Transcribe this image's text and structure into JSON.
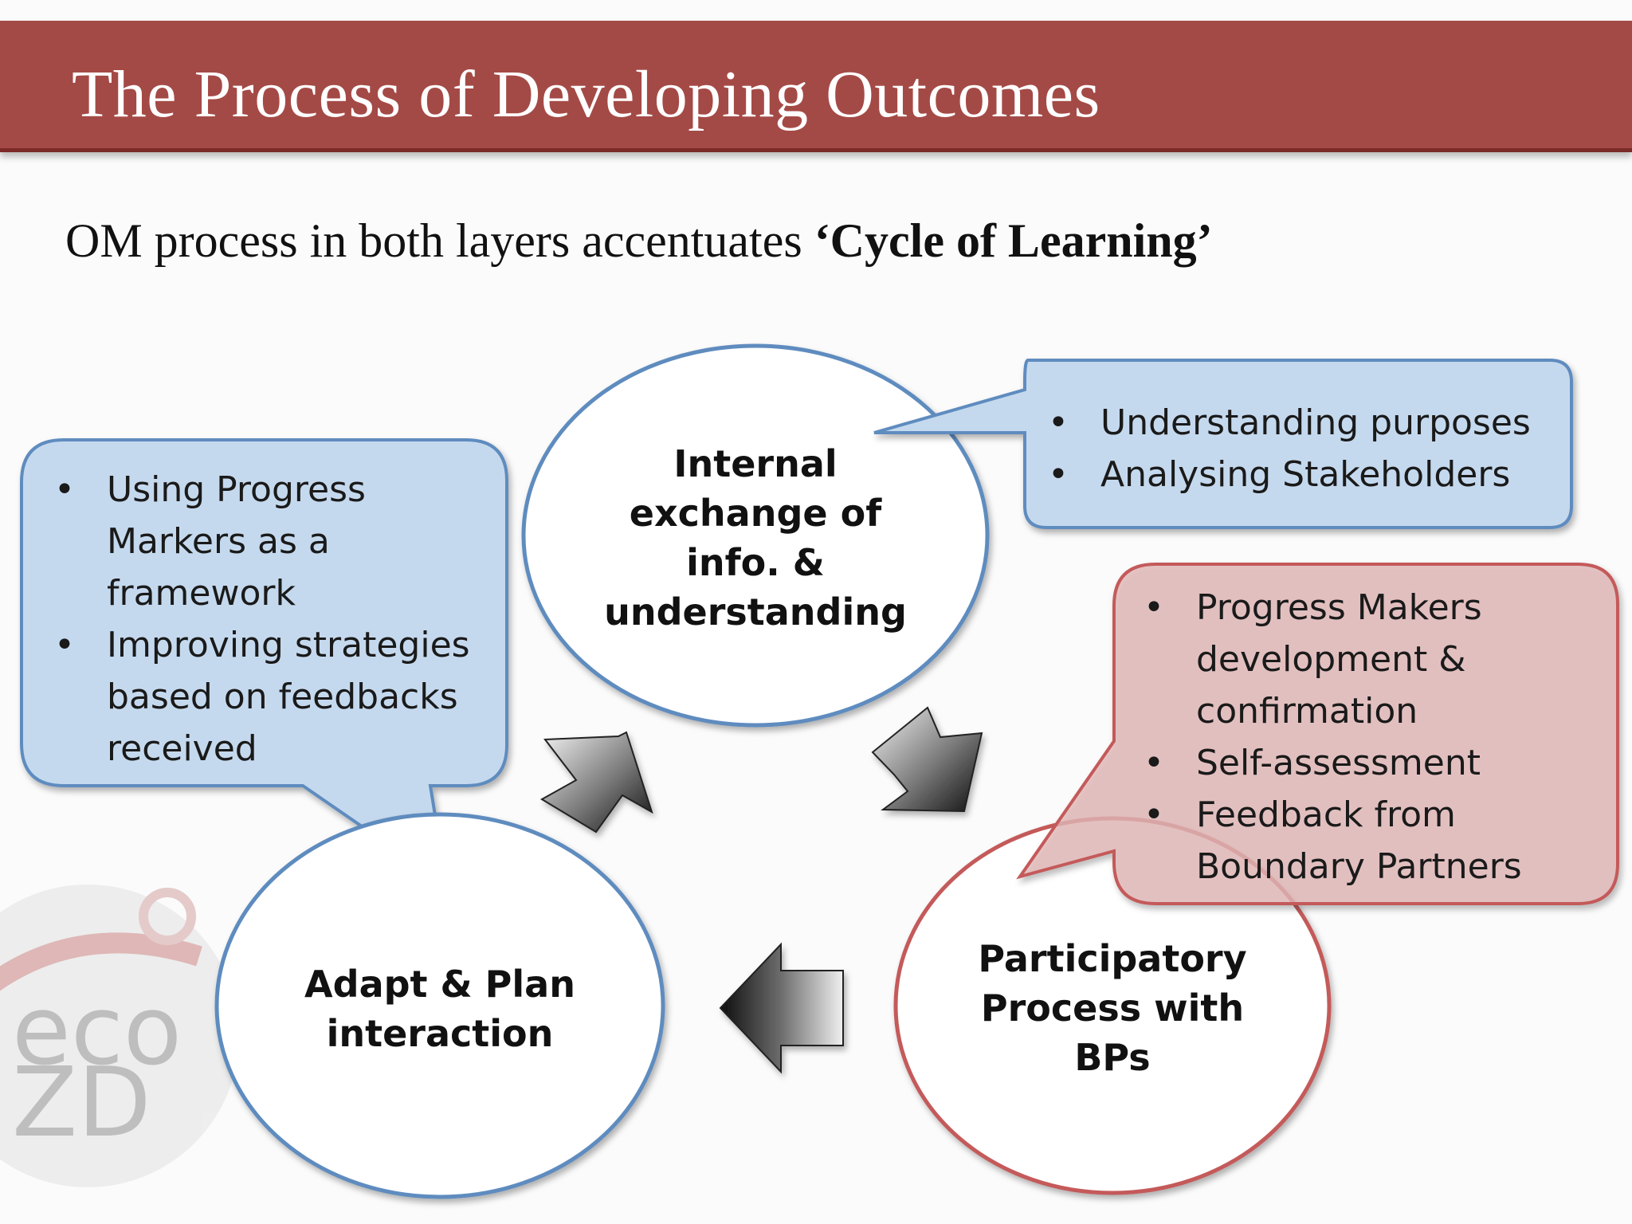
{
  "slide": {
    "title": "The Process of Developing Outcomes",
    "subtitle_plain": "OM process in both layers accentuates ",
    "subtitle_bold": "‘Cycle of Learning’"
  },
  "cycle": {
    "top_circle": [
      "Internal",
      "exchange of",
      "info. &",
      "understanding"
    ],
    "bottom_left_circle": [
      "Adapt & Plan",
      "interaction"
    ],
    "bottom_right_circle": [
      "Participatory",
      "Process with",
      "BPs"
    ]
  },
  "callouts": {
    "top_right": [
      "Understanding purposes",
      "Analysing Stakeholders"
    ],
    "left": [
      [
        "Using Progress",
        "Markers as a",
        "framework"
      ],
      [
        "Improving strategies",
        "based on feedbacks",
        "received"
      ]
    ],
    "right": [
      [
        "Progress Makers",
        "development &",
        "confirmation"
      ],
      [
        "Self-assessment"
      ],
      [
        "Feedback from",
        "Boundary Partners"
      ]
    ]
  },
  "logo": {
    "line1": "eco",
    "line2": "ZD"
  },
  "colors": {
    "title_bar": "#a44a46",
    "blue_stroke": "#5f8cbf",
    "blue_fill": "#c5d9ee",
    "red_stroke": "#c45a5a",
    "red_fill": "#e8c3c3"
  }
}
